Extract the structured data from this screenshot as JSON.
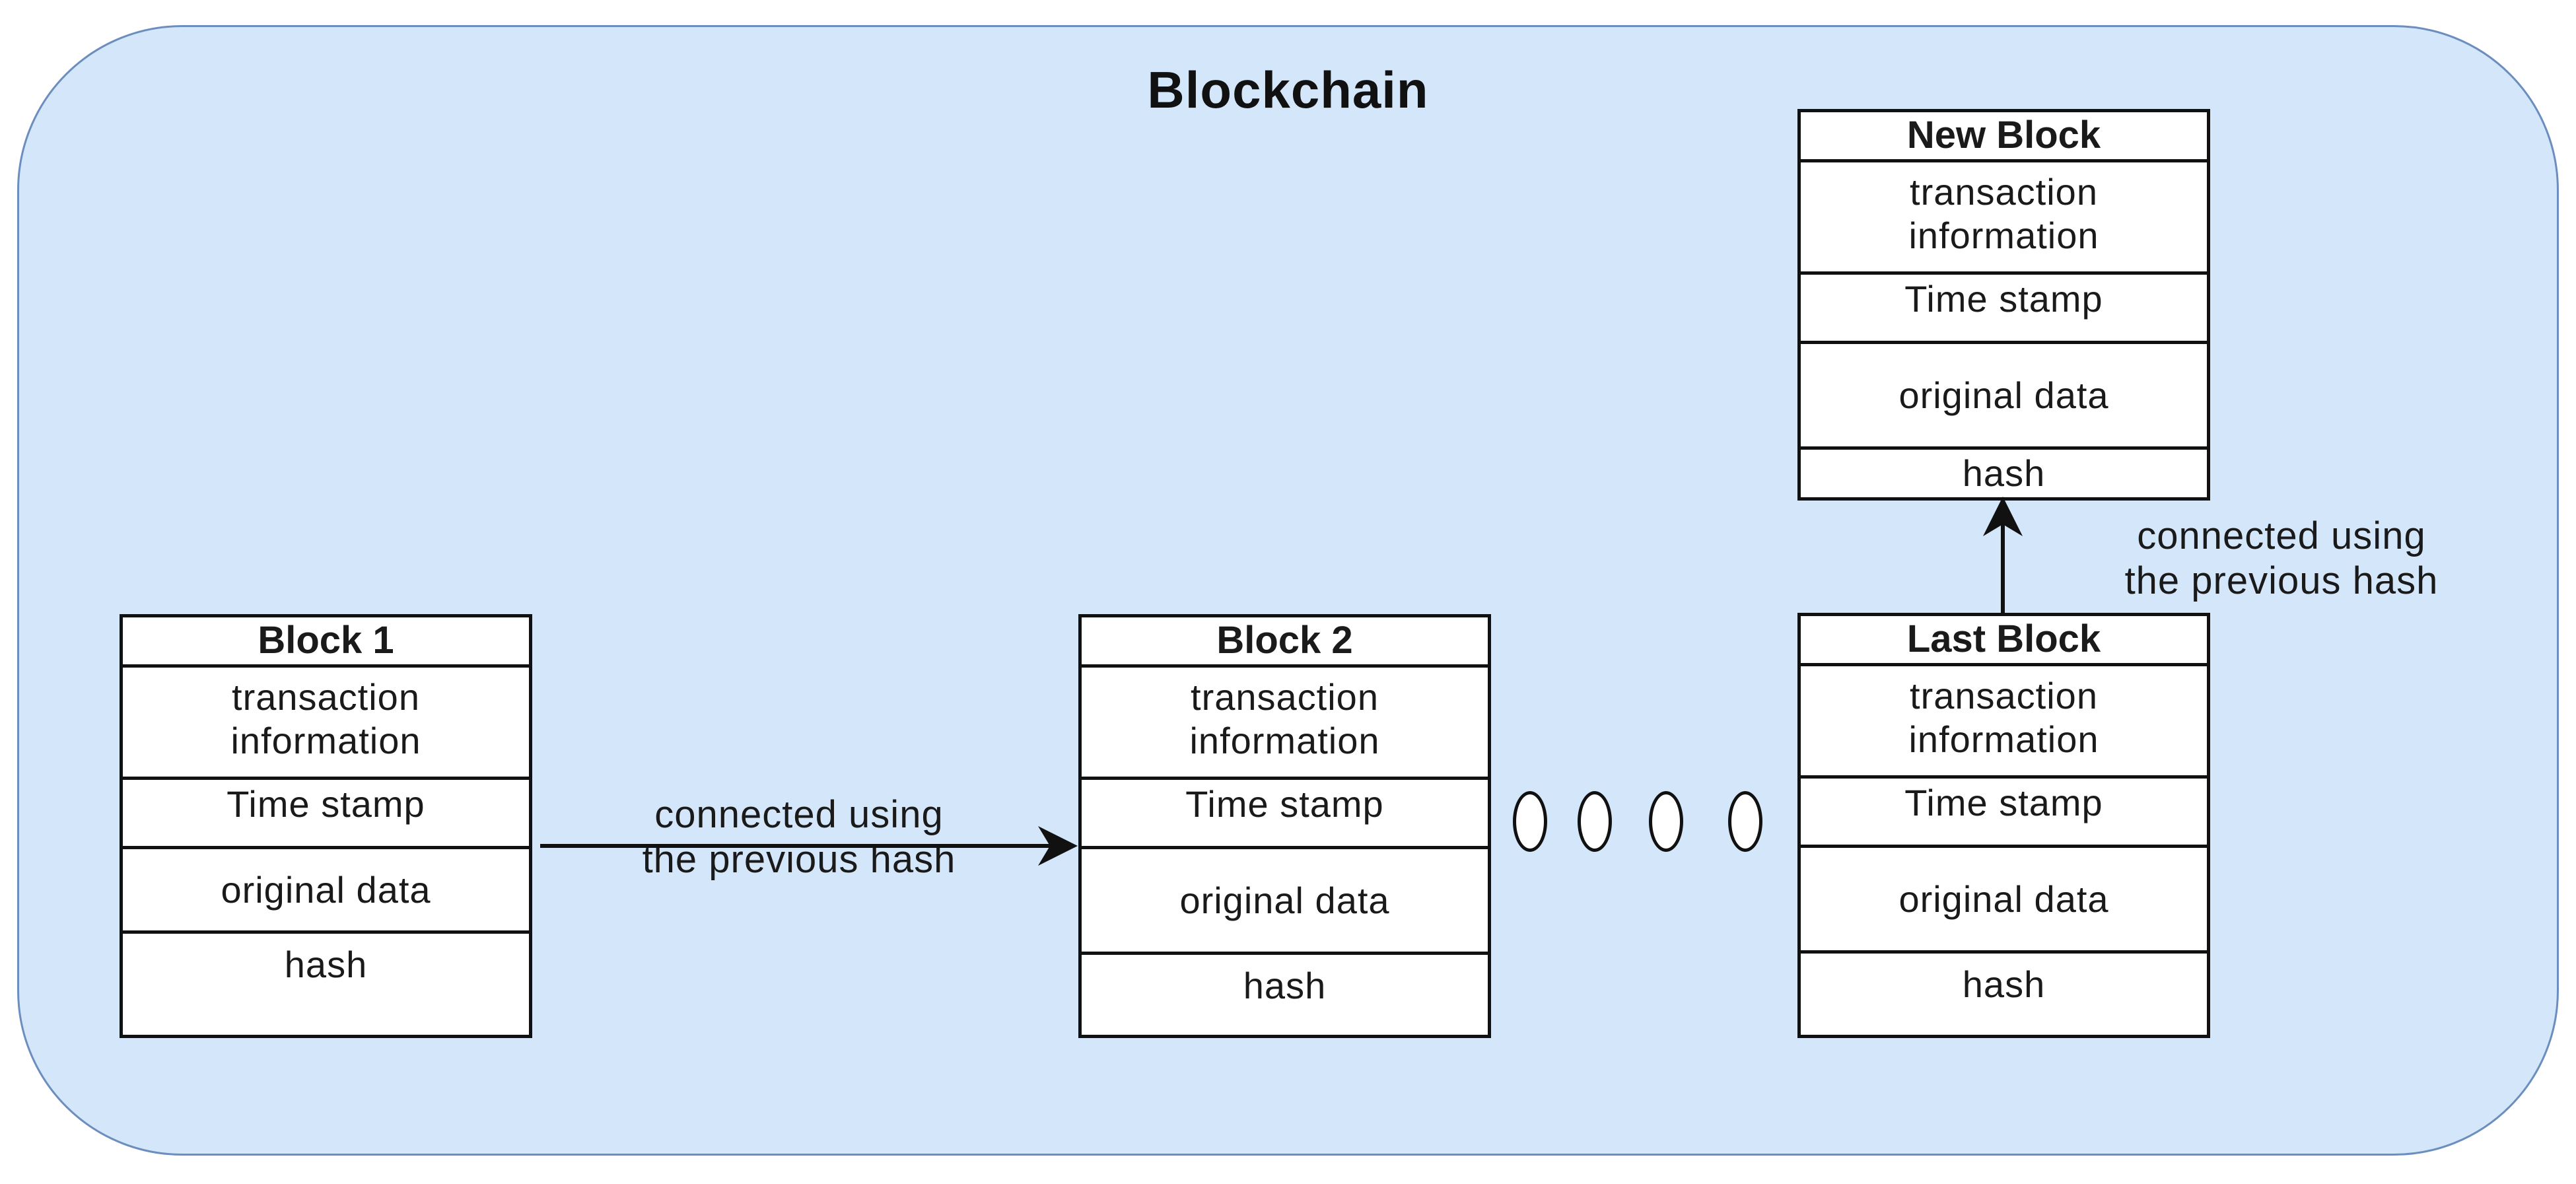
{
  "title": "Blockchain",
  "blocks": {
    "block1": {
      "header": "Block 1",
      "transaction": "transaction\ninformation",
      "timestamp": "Time stamp",
      "original": "original data",
      "hash": "hash"
    },
    "block2": {
      "header": "Block 2",
      "transaction": "transaction\ninformation",
      "timestamp": "Time stamp",
      "original": "original data",
      "hash": "hash"
    },
    "last": {
      "header": "Last Block",
      "transaction": "transaction\ninformation",
      "timestamp": "Time stamp",
      "original": "original data",
      "hash": "hash"
    },
    "new": {
      "header": "New Block",
      "transaction": "transaction\ninformation",
      "timestamp": "Time stamp",
      "original": "original data",
      "hash": "hash"
    }
  },
  "edges": {
    "block1_to_block2": "connected using\nthe previous hash",
    "last_to_new": "connected using\nthe previous hash"
  },
  "colors": {
    "container_fill": "#d4e6fa",
    "container_stroke": "#6c8ebf",
    "block_stroke": "#111111"
  }
}
